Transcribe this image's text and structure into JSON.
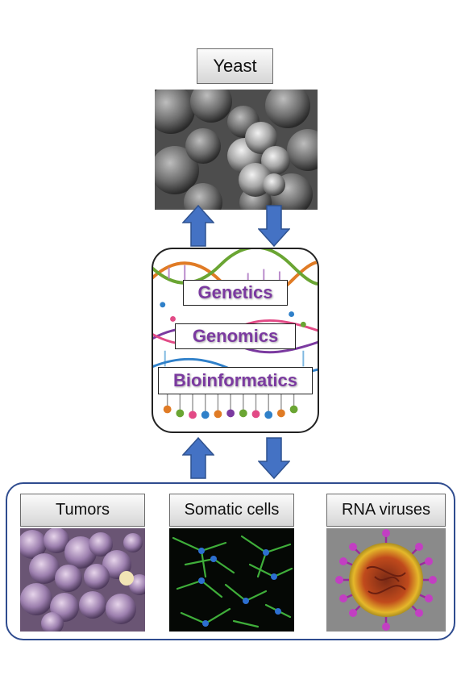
{
  "yeast": {
    "label": "Yeast"
  },
  "hub": {
    "terms": [
      "Genetics",
      "Genomics",
      "Bioinformatics"
    ],
    "term_color": "#7b3aa0"
  },
  "bottom": {
    "panels": [
      {
        "label": "Tumors"
      },
      {
        "label": "Somatic cells"
      },
      {
        "label": "RNA viruses"
      }
    ]
  },
  "colors": {
    "arrow": "#4472c4",
    "group_border": "#2f4c8f"
  },
  "icons": [
    "arrow-up-icon",
    "arrow-down-icon",
    "dna-helix-icon"
  ]
}
